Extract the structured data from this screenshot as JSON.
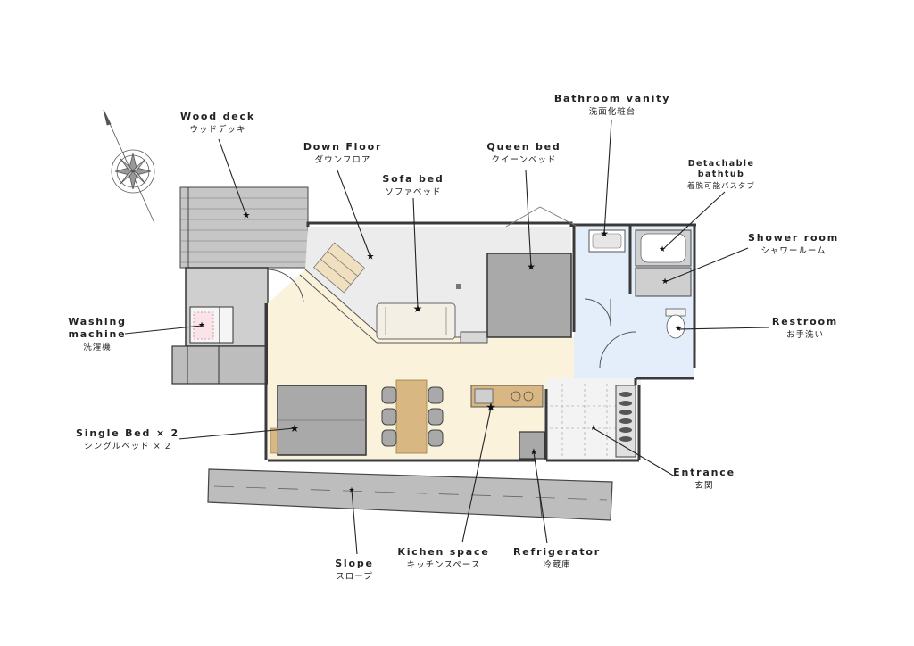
{
  "diagram": {
    "compass_icon": "compass-rose-north-arrow",
    "marker_icon": "star-marker",
    "colors": {
      "wall": "#3a3a3a",
      "furniture": "#a9a9a9",
      "living_floor": "#fbf2dc",
      "down_floor": "#ececec",
      "wet_area": "#e4eefb",
      "entrance": "#f3f3f3",
      "table": "#d8b783",
      "leader": "#222222"
    }
  },
  "labels": {
    "wood_deck": {
      "en": "Wood deck",
      "jp": "ウッドデッキ"
    },
    "down_floor": {
      "en": "Down Floor",
      "jp": "ダウンフロア"
    },
    "sofa_bed": {
      "en": "Sofa bed",
      "jp": "ソファベッド"
    },
    "queen_bed": {
      "en": "Queen bed",
      "jp": "クイーンベッド"
    },
    "bathroom_vanity": {
      "en": "Bathroom vanity",
      "jp": "洗面化粧台"
    },
    "detachable_bathtub": {
      "en_line1": "Detachable",
      "en_line2": "bathtub",
      "jp": "着脱可能バスタブ"
    },
    "shower_room": {
      "en": "Shower room",
      "jp": "シャワールーム"
    },
    "washing_machine": {
      "en_line1": "Washing",
      "en_line2": "machine",
      "jp": "洗濯機"
    },
    "restroom": {
      "en": "Restroom",
      "jp": "お手洗い"
    },
    "single_bed": {
      "en": "Single Bed × 2",
      "jp": "シングルベッド × 2"
    },
    "entrance": {
      "en": "Entrance",
      "jp": "玄関"
    },
    "slope": {
      "en": "Slope",
      "jp": "スロープ"
    },
    "kitchen_space": {
      "en": "Kichen space",
      "jp": "キッチンスペース"
    },
    "refrigerator": {
      "en": "Refrigerator",
      "jp": "冷蔵庫"
    }
  }
}
